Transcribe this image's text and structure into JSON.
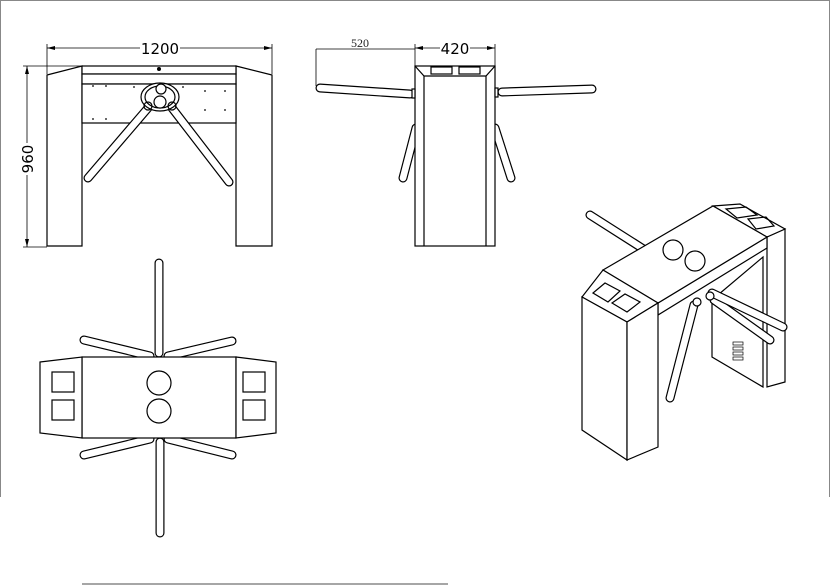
{
  "dimensions": {
    "front_width": "1200",
    "height": "960",
    "arm_reach": "520",
    "depth": "420"
  }
}
